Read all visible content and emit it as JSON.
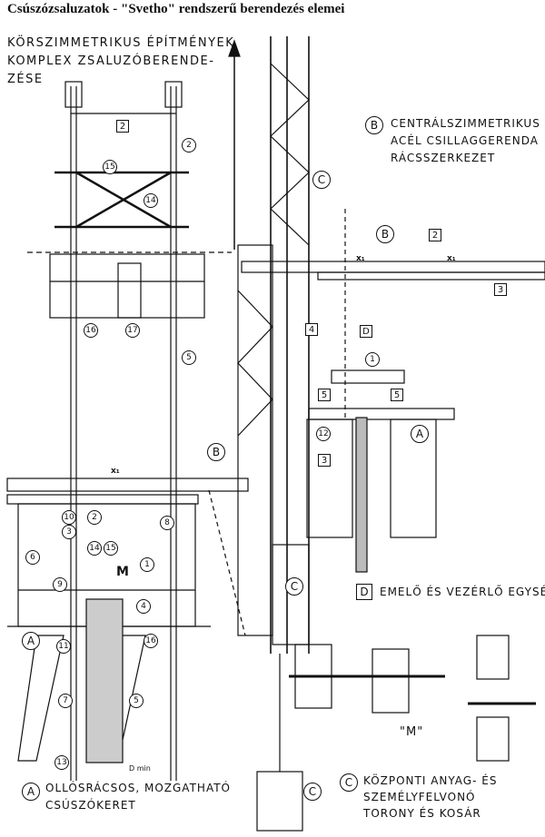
{
  "title": "Csúszózsaluzatok - \"Svetho\" rendszerű berendezés elemei",
  "sections": {
    "korszimm": [
      "KÖRSZIMMETRIKUS ÉPÍTMÉNYEK",
      "KOMPLEX ZSALUZÓBERENDE-",
      "ZÉSE"
    ],
    "b": {
      "letter": "B",
      "lines": [
        "CENTRÁLSZIMMETRIKUS",
        "ACÉL CSILLAGGERENDA",
        "RÁCSSZERKEZET"
      ]
    },
    "d": {
      "letter": "D",
      "text": "EMELŐ ÉS VEZÉRLŐ EGYSÉG"
    },
    "a": {
      "letter": "A",
      "lines": [
        "OLLÓSRÁCSOS, MOZGATHATÓ",
        "CSÚSZÓKERET"
      ]
    },
    "c": {
      "letter": "C",
      "lines": [
        "KÖZPONTI ANYAG- ÉS",
        "SZEMÉLYFELVONÓ",
        "TORONY ÉS KOSÁR"
      ]
    },
    "m": "\"M\""
  },
  "callouts": {
    "top": {
      "box2": "2",
      "c2": "2",
      "c15": "15",
      "c14": "14",
      "c16": "16",
      "c17": "17",
      "c5": "5"
    },
    "upper": {
      "cB": "B",
      "box2": "2",
      "box3": "3",
      "box4": "4",
      "boxD": "D",
      "c1": "1",
      "box5a": "5",
      "box5b": "5",
      "c12": "12",
      "box3b": "3",
      "cA": "A",
      "cC": "C",
      "x1a": "x₁",
      "x1b": "x₁"
    },
    "lower": {
      "cB": "B",
      "x1": "x₁",
      "c10": "10",
      "c3": "3",
      "c2": "2",
      "c6": "6",
      "c8": "8",
      "c14": "14",
      "c15": "15",
      "M": "M",
      "c1": "1",
      "c9": "9",
      "c4": "4",
      "cA": "A",
      "c11": "11",
      "c16": "16",
      "c7": "7",
      "c5": "5",
      "c13": "13",
      "cC": "C",
      "dmin": "D min"
    }
  }
}
